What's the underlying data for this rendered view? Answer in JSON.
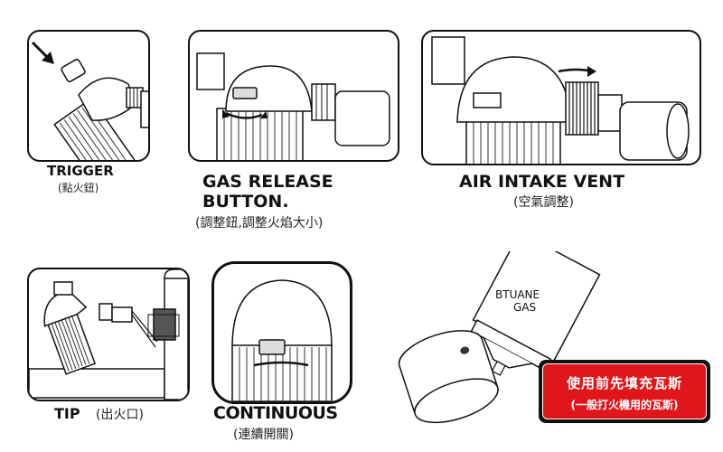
{
  "panels": {
    "trigger": {
      "title": "TRIGGER",
      "subtitle": "(點火鈕)"
    },
    "gas": {
      "title_line1": "GAS RELEASE",
      "title_line2": "BUTTON.",
      "subtitle": "(調整鈕,調整火焰大小)"
    },
    "air": {
      "title": "AIR INTAKE VENT",
      "subtitle": "(空氣調整)"
    },
    "tip": {
      "title": "TIP",
      "subtitle": "(出火口)"
    },
    "continuous": {
      "title": "CONTINUOUS",
      "subtitle": "(連續開關)"
    },
    "refill": {
      "can_label_line1": "BTUANE",
      "can_label_line2": "GAS"
    }
  },
  "warning": {
    "line1": "使用前先填充瓦斯",
    "line2": "(一般打火機用的瓦斯)",
    "bg_color": "#e0161b",
    "text_color": "#ffffff"
  }
}
